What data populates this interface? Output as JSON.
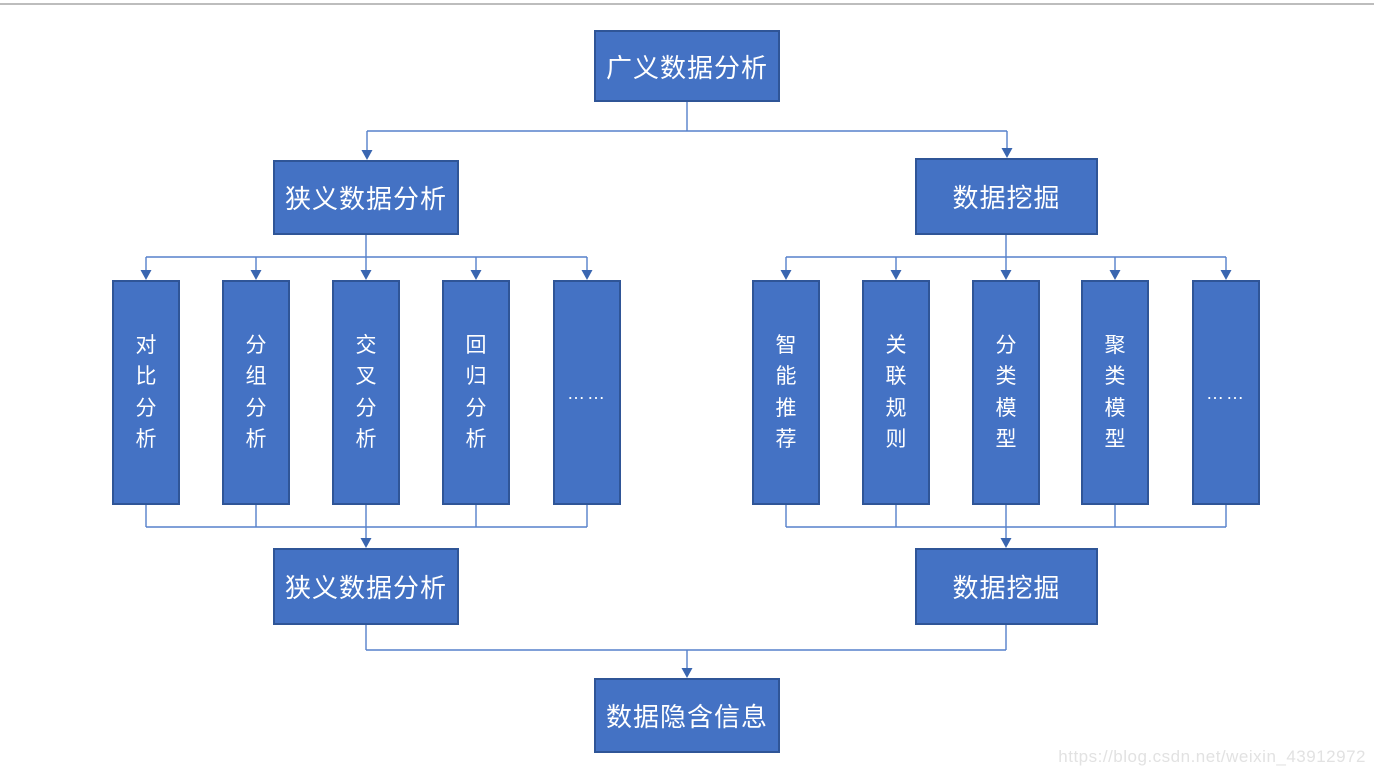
{
  "page": {
    "watermark": "https://blog.csdn.net/weixin_43912972"
  },
  "diagram": {
    "root": "广义数据分析",
    "branch_left": "狭义数据分析",
    "branch_right": "数据挖掘",
    "left_children": [
      "对比分析",
      "分组分析",
      "交叉分析",
      "回归分析",
      "……"
    ],
    "right_children": [
      "智能推荐",
      "关联规则",
      "分类模型",
      "聚类模型",
      "……"
    ],
    "merge_left": "狭义数据分析",
    "merge_right": "数据挖掘",
    "result": "数据隐含信息",
    "colors": {
      "box_fill": "#4472C4",
      "box_border": "#2F5597",
      "connector": "#4472C4",
      "arrow": "#3A66B0",
      "text": "#FFFFFF"
    }
  }
}
